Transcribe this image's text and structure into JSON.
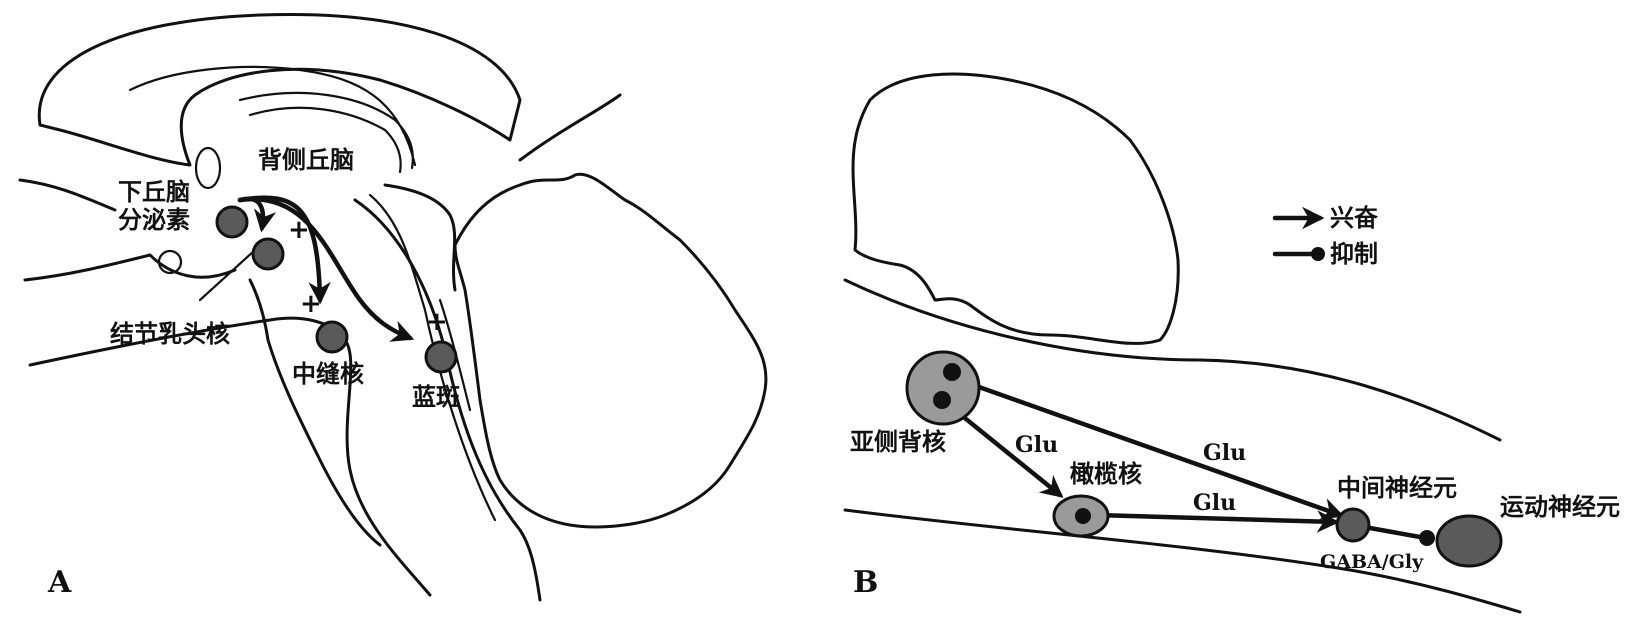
{
  "panel_a": {
    "letter": "A",
    "labels": {
      "thalamus": "背侧丘脑",
      "crh_line1": "下丘脑",
      "crh_line2": "分泌素",
      "tmn": "结节乳头核",
      "raphe": "中缝核",
      "lc": "蓝斑"
    },
    "plus_sign": "+"
  },
  "panel_b": {
    "letter": "B",
    "legend": {
      "excite": "兴奋",
      "inhibit": "抑制"
    },
    "labels": {
      "sld": "亚侧背核",
      "olive": "橄榄核",
      "interneuron": "中间神经元",
      "motor": "运动神经元",
      "glu": "Glu",
      "gaba": "GABA/Gly"
    }
  },
  "colors": {
    "ink": "#111111",
    "nucleus_dark": "#5a5a5a",
    "nucleus_light": "#9a9a9a"
  }
}
